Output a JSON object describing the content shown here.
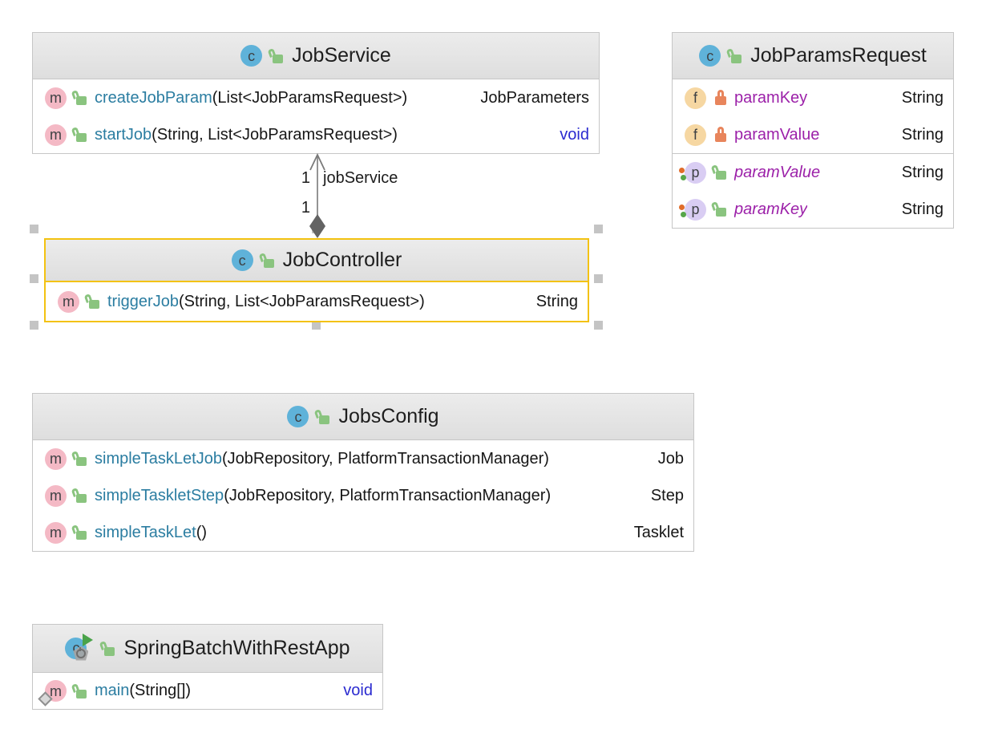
{
  "colors": {
    "selection_border": "#f3c211",
    "method_name": "#2b7da1",
    "property_name": "#9c21a9",
    "keyword_type": "#2b2bd0",
    "class_icon_bg": "#5fb2d9",
    "method_icon_bg": "#f4b9c5",
    "field_icon_bg": "#f6d7a2",
    "property_icon_bg": "#d9cdf3",
    "lock_public": "#8ac47f",
    "lock_private": "#e8855c",
    "edge_line": "#7a7a7a"
  },
  "classes": {
    "jobService": {
      "name": "JobService",
      "members": [
        {
          "name": "createJobParam",
          "params": "(List<JobParamsRequest>)",
          "type": "JobParameters"
        },
        {
          "name": "startJob",
          "params": "(String, List<JobParamsRequest>)",
          "type": "void"
        }
      ]
    },
    "jobParamsRequest": {
      "name": "JobParamsRequest",
      "fields": [
        {
          "name": "paramKey",
          "type": "String"
        },
        {
          "name": "paramValue",
          "type": "String"
        }
      ],
      "properties": [
        {
          "name": "paramValue",
          "type": "String"
        },
        {
          "name": "paramKey",
          "type": "String"
        }
      ]
    },
    "jobController": {
      "name": "JobController",
      "members": [
        {
          "name": "triggerJob",
          "params": "(String, List<JobParamsRequest>)",
          "type": "String"
        }
      ]
    },
    "jobsConfig": {
      "name": "JobsConfig",
      "members": [
        {
          "name": "simpleTaskLetJob",
          "params": "(JobRepository, PlatformTransactionManager)",
          "type": "Job"
        },
        {
          "name": "simpleTaskletStep",
          "params": "(JobRepository, PlatformTransactionManager)",
          "type": "Step"
        },
        {
          "name": "simpleTaskLet",
          "params": "()",
          "type": "Tasklet"
        }
      ]
    },
    "app": {
      "name": "SpringBatchWithRestApp",
      "members": [
        {
          "name": "main",
          "params": "(String[])",
          "type": "void"
        }
      ]
    }
  },
  "edge": {
    "top_multiplicity": "1",
    "name": "jobService",
    "bottom_multiplicity": "1"
  }
}
